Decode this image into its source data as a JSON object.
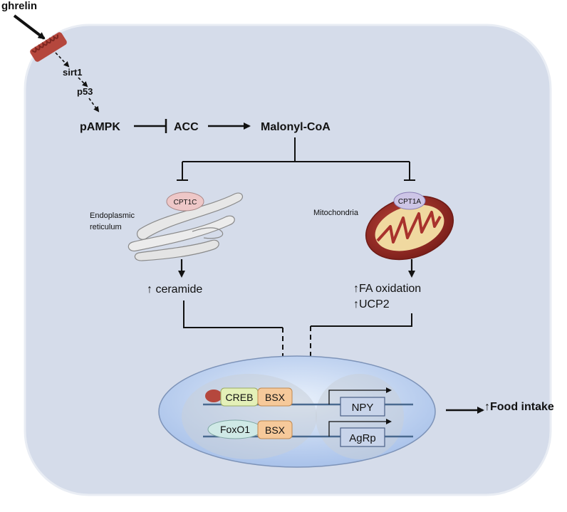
{
  "labels": {
    "ghrelin": "ghrelin",
    "sirt1": "sirt1",
    "p53": "p53",
    "pampk": "pAMPK",
    "acc": "ACC",
    "malonyl": "Malonyl-CoA",
    "cpt1c": "CPT1C",
    "cpt1a": "CPT1A",
    "er_line1": "Endoplasmic",
    "er_line2": "reticulum",
    "mito": "Mitochondria",
    "ceramide": "↑ ceramide",
    "fa_oxidation": "↑FA oxidation",
    "ucp2": "↑UCP2",
    "creb": "CREB",
    "bsx_top": "BSX",
    "foxo1": "FoxO1",
    "bsx_bottom": "BSX",
    "npy": "NPY",
    "agrp": "AgRp",
    "food_intake": "↑Food intake"
  },
  "colors": {
    "cell_fill": "#d5dcea",
    "cell_stroke": "#e6eaf2",
    "receptor": "#b5473d",
    "mito_outer": "#a8322c",
    "mito_inner": "#f0d9a0",
    "er_fill": "#e7e7e7",
    "cpt1c": "#eec7c7",
    "cpt1a": "#cdc5e6",
    "nucleus": "#bfd3f2",
    "creb": "#e4f0b8",
    "bsx": "#f6c99a",
    "foxo1": "#cfe9e6",
    "gene_box": "#c8d4ea",
    "dna": "#4a6a90"
  }
}
